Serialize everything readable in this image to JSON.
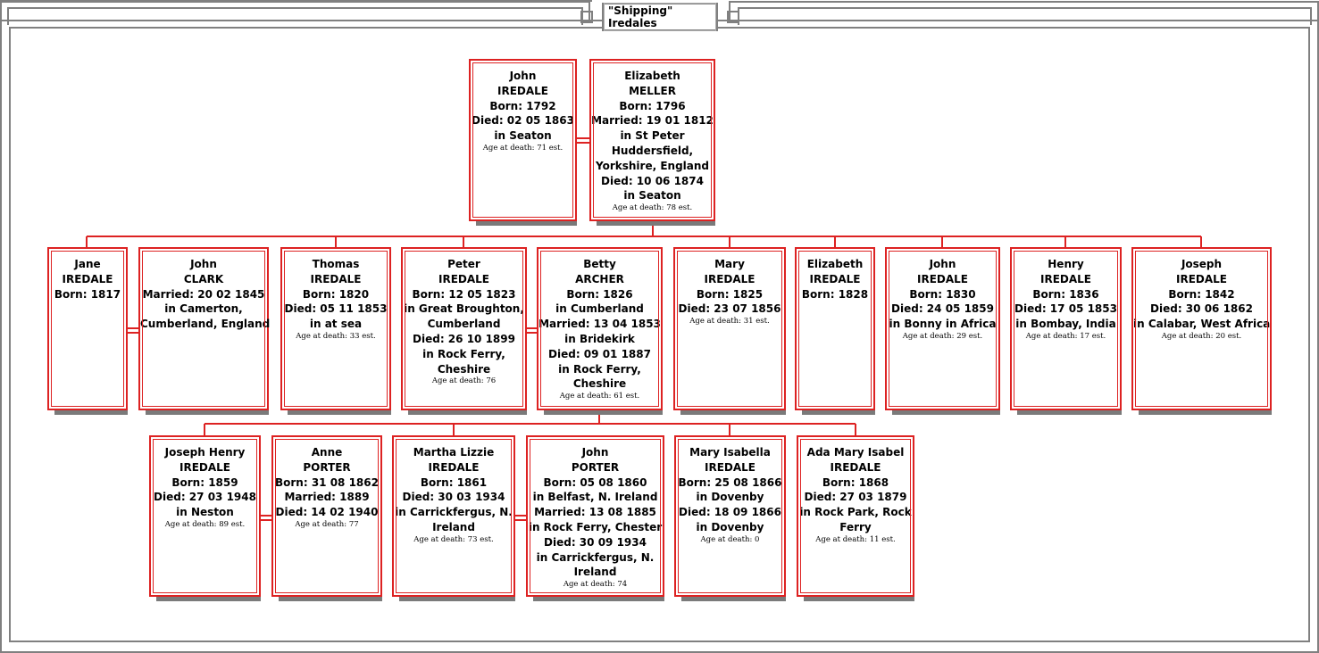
{
  "title": "\"Shipping\" Iredales",
  "colors": {
    "card_border": "#dd2222",
    "frame": "#808080",
    "shadow": "#7a7a7a"
  },
  "people": {
    "john_1792": {
      "lines": [
        "John",
        "IREDALE",
        "Born: 1792",
        "Died: 02 05 1863",
        "in Seaton"
      ],
      "age": "Age at death: 71 est."
    },
    "elizabeth_meller": {
      "lines": [
        "Elizabeth",
        "MELLER",
        "Born: 1796",
        "Married: 19 01 1812",
        "in St Peter",
        "Huddersfield,",
        "Yorkshire, England",
        "Died: 10 06 1874",
        "in Seaton"
      ],
      "age": "Age at death: 78 est."
    },
    "jane": {
      "lines": [
        "Jane",
        "IREDALE",
        "Born: 1817"
      ],
      "age": ""
    },
    "john_clark": {
      "lines": [
        "John",
        "CLARK",
        "Married: 20 02 1845",
        "in Camerton,",
        "Cumberland, England"
      ],
      "age": ""
    },
    "thomas": {
      "lines": [
        "Thomas",
        "IREDALE",
        "Born: 1820",
        "Died: 05 11 1853",
        "in at sea"
      ],
      "age": "Age at death: 33 est."
    },
    "peter": {
      "lines": [
        "Peter",
        "IREDALE",
        "Born: 12 05 1823",
        "in Great Broughton,",
        "Cumberland",
        "Died: 26 10 1899",
        "in Rock Ferry,",
        "Cheshire"
      ],
      "age": "Age at death: 76"
    },
    "betty": {
      "lines": [
        "Betty",
        "ARCHER",
        "Born: 1826",
        "in Cumberland",
        "Married: 13 04 1853",
        "in Bridekirk",
        "Died: 09 01 1887",
        "in Rock Ferry,",
        "Cheshire"
      ],
      "age": "Age at death: 61 est."
    },
    "mary": {
      "lines": [
        "Mary",
        "IREDALE",
        "Born: 1825",
        "Died: 23 07 1856"
      ],
      "age": "Age at death: 31 est."
    },
    "elizabeth": {
      "lines": [
        "Elizabeth",
        "IREDALE",
        "Born: 1828"
      ],
      "age": ""
    },
    "john_1830": {
      "lines": [
        "John",
        "IREDALE",
        "Born: 1830",
        "Died: 24 05 1859",
        "in Bonny in Africa"
      ],
      "age": "Age at death: 29 est."
    },
    "henry": {
      "lines": [
        "Henry",
        "IREDALE",
        "Born: 1836",
        "Died: 17 05 1853",
        "in Bombay, India"
      ],
      "age": "Age at death: 17 est."
    },
    "joseph": {
      "lines": [
        "Joseph",
        "IREDALE",
        "Born: 1842",
        "Died: 30 06 1862",
        "in Calabar, West Africa"
      ],
      "age": "Age at death: 20 est."
    },
    "joseph_henry": {
      "lines": [
        "Joseph Henry",
        "IREDALE",
        "Born: 1859",
        "Died: 27 03 1948",
        "in Neston"
      ],
      "age": "Age at death: 89 est."
    },
    "anne_porter": {
      "lines": [
        "Anne",
        "PORTER",
        "Born: 31 08 1862",
        "Married: 1889",
        "Died: 14 02 1940"
      ],
      "age": "Age at death: 77"
    },
    "martha_lizzie": {
      "lines": [
        "Martha Lizzie",
        "IREDALE",
        "Born: 1861",
        "Died: 30 03 1934",
        "in Carrickfergus, N.",
        "Ireland"
      ],
      "age": "Age at death: 73 est."
    },
    "john_porter": {
      "lines": [
        "John",
        "PORTER",
        "Born: 05 08 1860",
        "in Belfast, N. Ireland",
        "Married: 13 08 1885",
        "in Rock Ferry, Chester",
        "Died: 30 09 1934",
        "in Carrickfergus, N.",
        "Ireland"
      ],
      "age": "Age at death: 74"
    },
    "mary_isabella": {
      "lines": [
        "Mary Isabella",
        "IREDALE",
        "Born: 25 08 1866",
        "in Dovenby",
        "Died: 18 09 1866",
        "in Dovenby"
      ],
      "age": "Age at death: 0"
    },
    "ada_mary_isabel": {
      "lines": [
        "Ada Mary Isabel",
        "IREDALE",
        "Born: 1868",
        "Died: 27 03 1879",
        "in Rock Park, Rock",
        "Ferry"
      ],
      "age": "Age at death: 11 est."
    }
  }
}
